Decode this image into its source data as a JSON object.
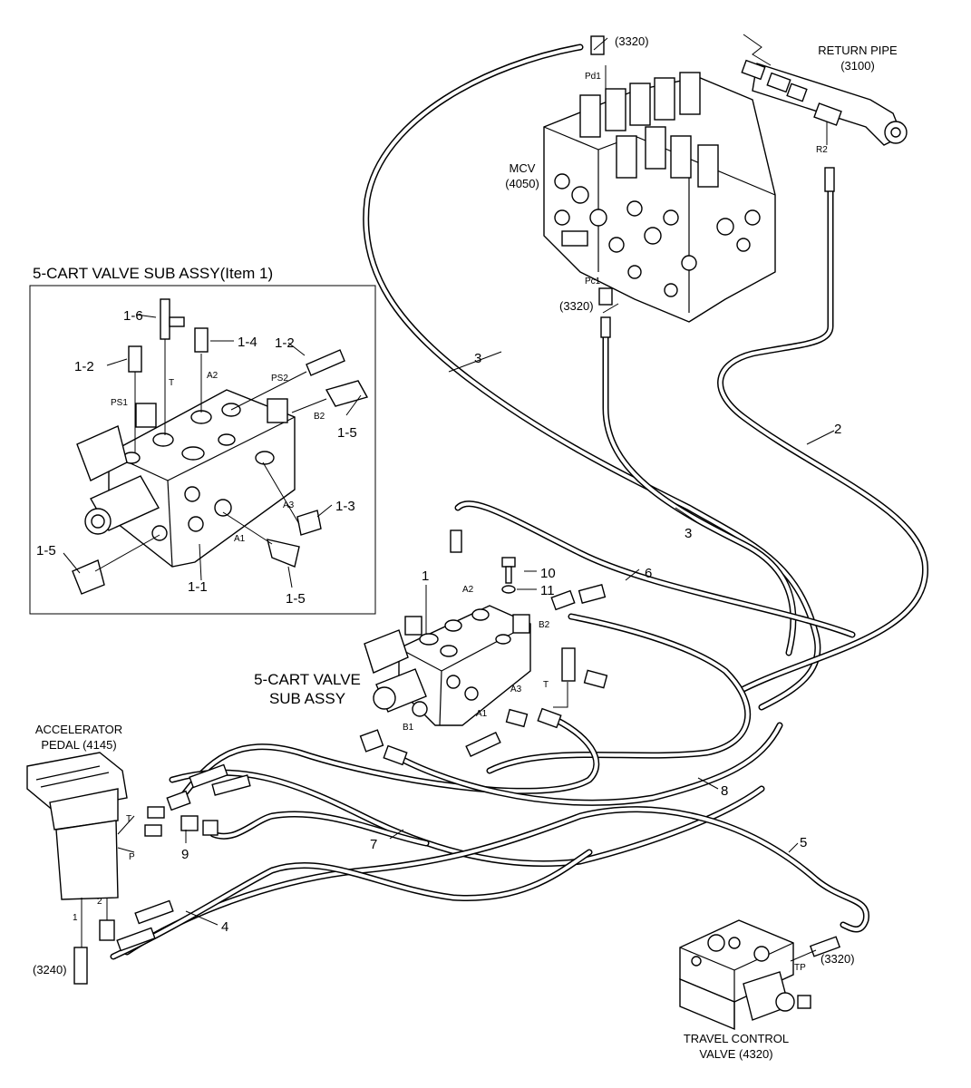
{
  "labels": {
    "return_pipe": "RETURN PIPE",
    "return_pipe_ref": "(3100)",
    "r2": "R2",
    "mcv": "MCV",
    "mcv_ref": "(4050)",
    "pd1": "Pd1",
    "pc1": "Pc1",
    "ref_3320_top": "(3320)",
    "ref_3320_mid": "(3320)",
    "ref_3320_bottom": "(3320)",
    "sub_assy_title": "5-CART VALVE SUB ASSY(Item 1)",
    "cart_valve_line1": "5-CART VALVE",
    "cart_valve_line2": "SUB ASSY",
    "accel_line1": "ACCELERATOR",
    "accel_line2": "PEDAL (4145)",
    "travel_line1": "TRAVEL CONTROL",
    "travel_line2": "VALVE (4320)",
    "ref_3240": "(3240)",
    "tp": "TP"
  },
  "detail_callouts": {
    "c16": "1-6",
    "c14": "1-4",
    "c12a": "1-2",
    "c12b": "1-2",
    "c15a": "1-5",
    "c15b": "1-5",
    "c15c": "1-5",
    "c13": "1-3",
    "c11": "1-1"
  },
  "detail_ports": {
    "ps1": "PS1",
    "ps2": "PS2",
    "t": "T",
    "a2": "A2",
    "b2": "B2",
    "a3": "A3",
    "a1": "A1"
  },
  "main_callouts": {
    "n1": "1",
    "n2": "2",
    "n3a": "3",
    "n3b": "3",
    "n4": "4",
    "n5": "5",
    "n6": "6",
    "n7": "7",
    "n8": "8",
    "n9": "9",
    "n10": "10",
    "n11": "11"
  },
  "main_ports": {
    "a2": "A2",
    "b2": "B2",
    "t": "T",
    "a3": "A3",
    "a1": "A1",
    "b1": "B1",
    "pedal_t": "T",
    "pedal_p": "P",
    "pedal_2": "2",
    "pedal_1": "1"
  }
}
